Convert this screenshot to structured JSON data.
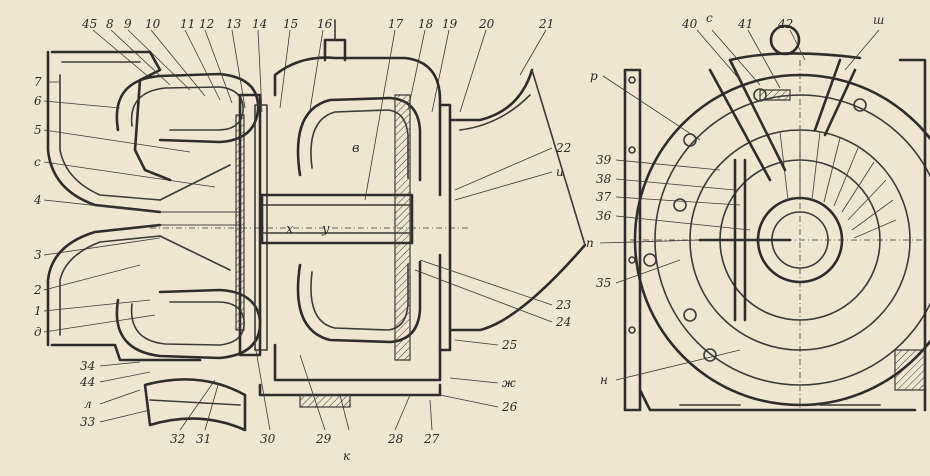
{
  "figure": {
    "left_view_callouts": {
      "top": [
        "45",
        "8",
        "9",
        "10",
        "11",
        "12",
        "13",
        "14",
        "15",
        "16",
        "17",
        "18",
        "19",
        "20",
        "21"
      ],
      "left": [
        "7",
        "6",
        "5",
        "с",
        "4",
        "3",
        "2",
        "1",
        "д",
        "34",
        "44",
        "л",
        "33"
      ],
      "bottom": [
        "32",
        "31",
        "30",
        "29",
        "к",
        "28",
        "27"
      ],
      "right": [
        "22",
        "и",
        "23",
        "24",
        "25",
        "ж",
        "26"
      ],
      "inner": [
        "в",
        "х",
        "у"
      ]
    },
    "right_view_callouts": {
      "top": [
        "40",
        "с",
        "41",
        "42",
        "ш"
      ],
      "left": [
        "р",
        "39",
        "38",
        "37",
        "36",
        "п",
        "35",
        "н"
      ]
    }
  }
}
